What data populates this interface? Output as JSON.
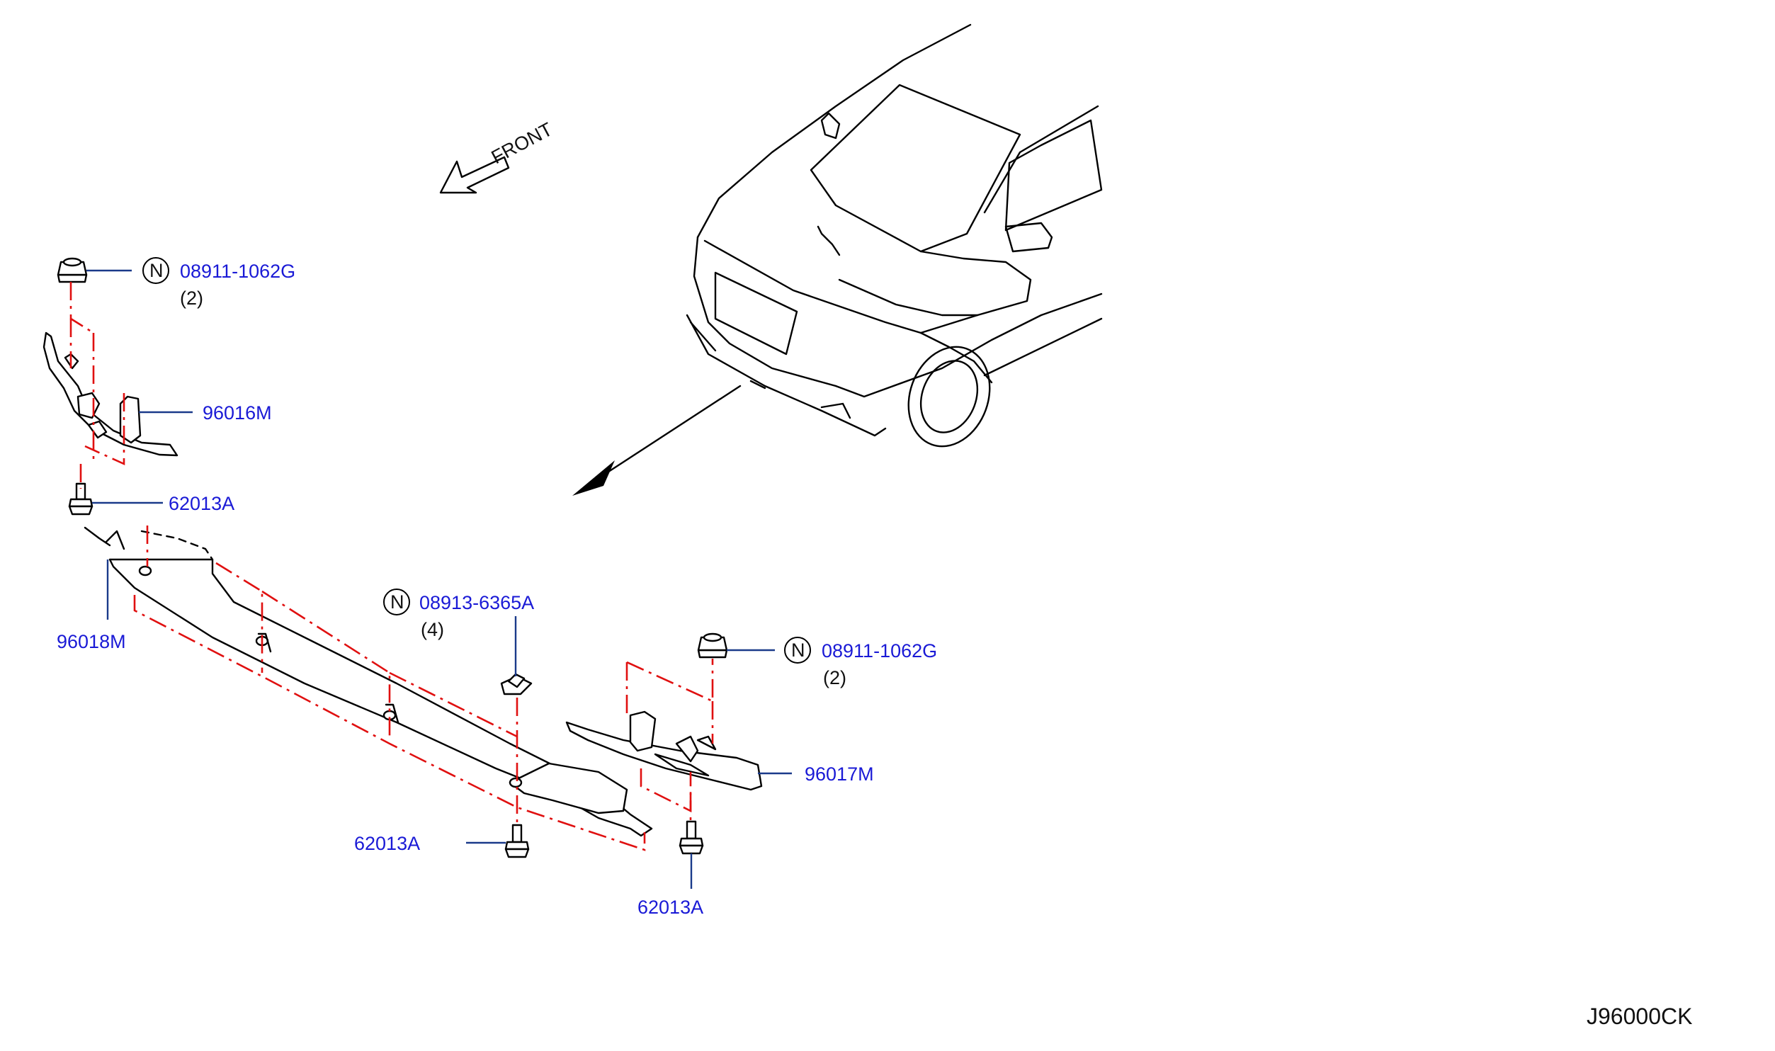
{
  "direction_label": "FRONT",
  "diagram_code": "J96000CK",
  "callouts": {
    "nut_upper": {
      "symbol": "N",
      "part": "08911-1062G",
      "qty": "(2)"
    },
    "clip_center": {
      "symbol": "N",
      "part": "08913-6365A",
      "qty": "(4)"
    },
    "nut_right": {
      "symbol": "N",
      "part": "08911-1062G",
      "qty": "(2)"
    },
    "bracket_left": "96016M",
    "bolt_upper": "62013A",
    "cover_center": "96018M",
    "bracket_right": "96017M",
    "bolt_lower_left": "62013A",
    "bolt_lower_right": "62013A"
  },
  "colors": {
    "label_text": "#1a1ad6",
    "leader_line": "#1a3a8a",
    "assembly_dashes": "#e01010",
    "drawing": "#000000"
  }
}
